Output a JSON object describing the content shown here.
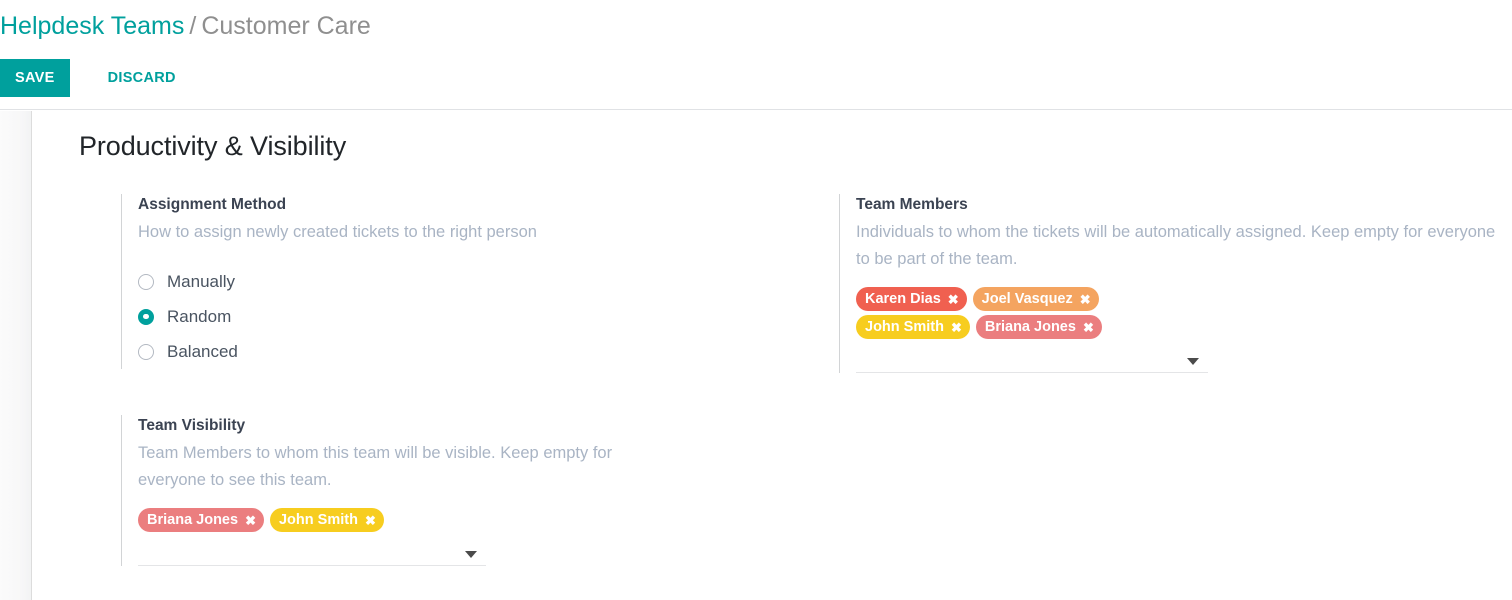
{
  "breadcrumb": {
    "root": "Helpdesk Teams",
    "separator": "/",
    "current": "Customer Care"
  },
  "toolbar": {
    "save_label": "SAVE",
    "discard_label": "DISCARD"
  },
  "sheet": {
    "title": "Productivity & Visibility"
  },
  "assignment_method": {
    "label": "Assignment Method",
    "help": "How to assign newly created tickets to the right person",
    "options": [
      {
        "label": "Manually",
        "selected": false
      },
      {
        "label": "Random",
        "selected": true
      },
      {
        "label": "Balanced",
        "selected": false
      }
    ],
    "selected_value": "Random"
  },
  "team_members": {
    "label": "Team Members",
    "help": "Individuals to whom the tickets will be automatically assigned. Keep empty for everyone to be part of the team.",
    "tags": [
      {
        "name": "Karen Dias",
        "color": "#f06050",
        "remove": "✖"
      },
      {
        "name": "Joel Vasquez",
        "color": "#f4a460",
        "remove": "✖"
      },
      {
        "name": "John Smith",
        "color": "#f7cd1f",
        "remove": "✖"
      },
      {
        "name": "Briana Jones",
        "color": "#eb7e7f",
        "remove": "✖"
      }
    ],
    "dropdown_icon": "chevron-down-icon",
    "input_value": ""
  },
  "team_visibility": {
    "label": "Team Visibility",
    "help": "Team Members to whom this team will be visible. Keep empty for everyone to see this team.",
    "tags": [
      {
        "name": "Briana Jones",
        "color": "#eb7e7f",
        "remove": "✖"
      },
      {
        "name": "John Smith",
        "color": "#f7cd1f",
        "remove": "✖"
      }
    ],
    "dropdown_icon": "chevron-down-icon",
    "input_value": ""
  },
  "colors": {
    "accent": "#00a09d",
    "muted_text": "#a9b4c4",
    "label_text": "#3b4352"
  }
}
